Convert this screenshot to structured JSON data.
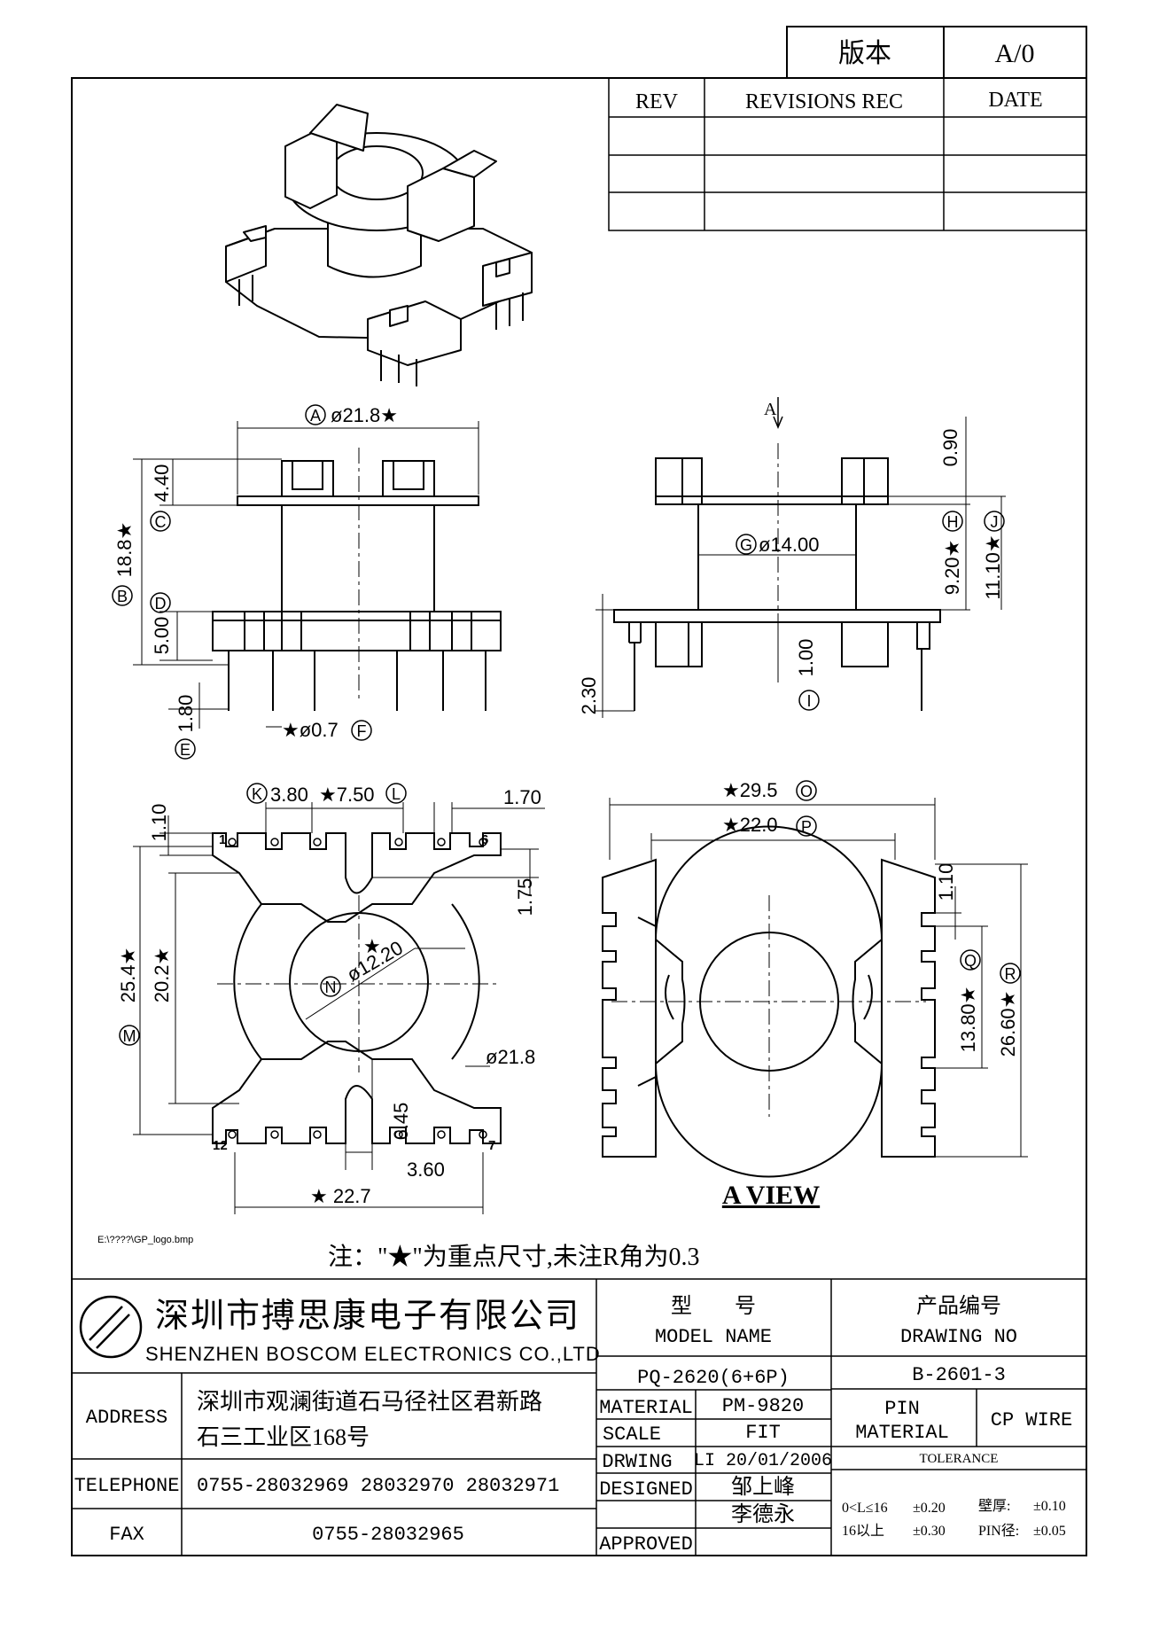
{
  "version_box": {
    "label": "版本",
    "value": "A/0"
  },
  "revision_table": {
    "headers": {
      "rev": "REV",
      "rec": "REVISIONS REC",
      "date": "DATE"
    },
    "rows": [
      [
        "",
        "",
        ""
      ],
      [
        "",
        "",
        ""
      ],
      [
        "",
        "",
        ""
      ]
    ]
  },
  "views": {
    "front": {
      "dims": {
        "A": "A",
        "A_val": "ø21.8★",
        "C": "C",
        "C_val": "4.40",
        "B": "B",
        "B_val": "18.8★",
        "D": "D",
        "D_val": "5.00",
        "E": "E",
        "E_val": "1.80",
        "F": "F",
        "F_val": "★ø0.7"
      }
    },
    "side": {
      "arrow_label": "A",
      "dims": {
        "G": "G",
        "G_val": "ø14.00",
        "top": "0.90",
        "H": "H",
        "H_val": "9.20★",
        "J": "J",
        "J_val": "11.10★",
        "I": "I",
        "I_val": "1.00",
        "pin": "2.30"
      }
    },
    "bottom": {
      "dims": {
        "K": "K",
        "K_val": "3.80",
        "L": "L",
        "L_val": "★7.50",
        "right_top": "1.70",
        "left_top": "1.10",
        "right_slot": "1.75",
        "M": "M",
        "M_val": "25.4★",
        "inner": "20.2★",
        "N": "N",
        "N_val": "ø12.20",
        "N_star": "★",
        "outer": "ø21.8",
        "slot_h": "6.45",
        "slot_w": "3.60",
        "width": "★ 22.7"
      },
      "pin_numbers": {
        "p1": "1",
        "p6": "6",
        "p12": "12",
        "p7": "7"
      }
    },
    "a_view": {
      "title": "A VIEW",
      "dims": {
        "O": "O",
        "O_val": "★29.5",
        "P": "P",
        "P_val": "★22.0",
        "top": "1.10",
        "Q": "Q",
        "Q_val": "13.80★",
        "R": "R",
        "R_val": "26.60★"
      }
    }
  },
  "file_path": "E:\\????\\GP_logo.bmp",
  "note": "注：\"★\"为重点尺寸,未注R角为0.3",
  "title_block": {
    "company_cn": "深圳市搏思康电子有限公司",
    "company_en": "SHENZHEN BOSCOM ELECTRONICS CO.,LTD",
    "address_label": "ADDRESS",
    "address_line1": "深圳市观澜街道石马径社区君新路",
    "address_line2": "石三工业区168号",
    "telephone_label": "TELEPHONE",
    "telephone": "0755-28032969 28032970 28032971",
    "fax_label": "FAX",
    "fax": "0755-28032965",
    "model_cn": "型　　号",
    "model_en": "MODEL NAME",
    "model_value": "PQ-2620(6+6P)",
    "drawing_cn": "产品编号",
    "drawing_en": "DRAWING NO",
    "drawing_value": "B-2601-3",
    "material_label": "MATERIAL",
    "material_value": "PM-9820",
    "scale_label": "SCALE",
    "scale_value": "FIT",
    "drwing_label": "DRWING",
    "drwing_value": "LI 20/01/2006",
    "designed_label": "DESIGNED",
    "designed_value": "邹上峰",
    "approved_label": "APPROVED",
    "approved_value": "李德永",
    "pin_material_label1": "PIN",
    "pin_material_label2": "MATERIAL",
    "pin_material_value": "CP WIRE",
    "tolerance_label": "TOLERANCE",
    "tol_row1_range": "0<L≤16",
    "tol_row1_value": "±0.20",
    "tol_row1_wall": "壁厚:",
    "tol_row1_wall_value": "±0.10",
    "tol_row2_range": "16以上",
    "tol_row2_value": "±0.30",
    "tol_row2_pin": "PIN径:",
    "tol_row2_pin_value": "±0.05"
  }
}
